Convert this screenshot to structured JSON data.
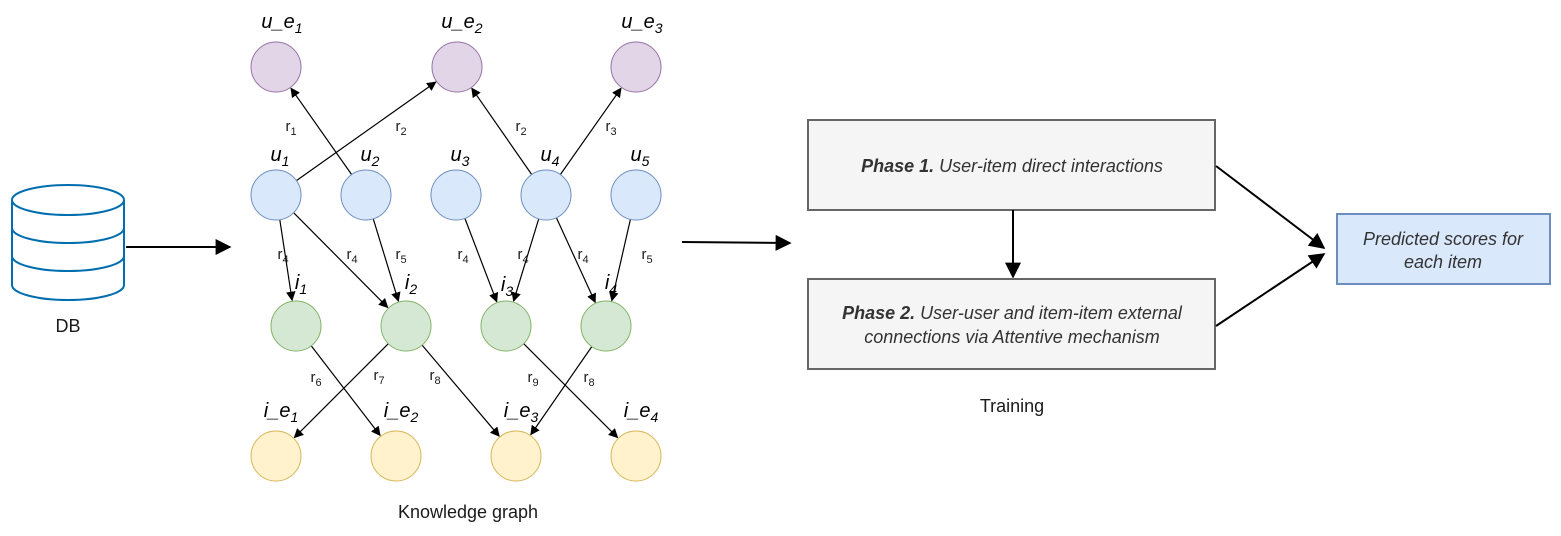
{
  "db": {
    "label": "DB"
  },
  "knowledge_graph": {
    "caption": "Knowledge graph",
    "user_entities": [
      {
        "id": "ue1",
        "base": "u_e",
        "sub": "1"
      },
      {
        "id": "ue2",
        "base": "u_e",
        "sub": "2"
      },
      {
        "id": "ue3",
        "base": "u_e",
        "sub": "3"
      }
    ],
    "users": [
      {
        "id": "u1",
        "base": "u",
        "sub": "1"
      },
      {
        "id": "u2",
        "base": "u",
        "sub": "2"
      },
      {
        "id": "u3",
        "base": "u",
        "sub": "3"
      },
      {
        "id": "u4",
        "base": "u",
        "sub": "4"
      },
      {
        "id": "u5",
        "base": "u",
        "sub": "5"
      }
    ],
    "items": [
      {
        "id": "i1",
        "base": "i",
        "sub": "1"
      },
      {
        "id": "i2",
        "base": "i",
        "sub": "2"
      },
      {
        "id": "i3",
        "base": "i",
        "sub": "3"
      },
      {
        "id": "i4",
        "base": "i",
        "sub": "4"
      }
    ],
    "item_entities": [
      {
        "id": "ie1",
        "base": "i_e",
        "sub": "1"
      },
      {
        "id": "ie2",
        "base": "i_e",
        "sub": "2"
      },
      {
        "id": "ie3",
        "base": "i_e",
        "sub": "3"
      },
      {
        "id": "ie4",
        "base": "i_e",
        "sub": "4"
      }
    ],
    "edges": [
      {
        "from": "u2",
        "to": "ue1",
        "rel": "r",
        "sub": "1"
      },
      {
        "from": "u1",
        "to": "ue2",
        "rel": "r",
        "sub": "2"
      },
      {
        "from": "u4",
        "to": "ue2",
        "rel": "r",
        "sub": "2"
      },
      {
        "from": "u4",
        "to": "ue3",
        "rel": "r",
        "sub": "3"
      },
      {
        "from": "u1",
        "to": "i1",
        "rel": "r",
        "sub": "4"
      },
      {
        "from": "u1",
        "to": "i2",
        "rel": "r",
        "sub": "4"
      },
      {
        "from": "u2",
        "to": "i2",
        "rel": "r",
        "sub": "5"
      },
      {
        "from": "u3",
        "to": "i3",
        "rel": "r",
        "sub": "4"
      },
      {
        "from": "u4",
        "to": "i3",
        "rel": "r",
        "sub": "4"
      },
      {
        "from": "u4",
        "to": "i4",
        "rel": "r",
        "sub": "4"
      },
      {
        "from": "u5",
        "to": "i4",
        "rel": "r",
        "sub": "5"
      },
      {
        "from": "i1",
        "to": "ie2",
        "rel": "r",
        "sub": "6"
      },
      {
        "from": "i2",
        "to": "ie1",
        "rel": "r",
        "sub": "7"
      },
      {
        "from": "i2",
        "to": "ie3",
        "rel": "r",
        "sub": "8"
      },
      {
        "from": "i3",
        "to": "ie4",
        "rel": "r",
        "sub": "9"
      },
      {
        "from": "i4",
        "to": "ie3",
        "rel": "r",
        "sub": "8"
      }
    ]
  },
  "training": {
    "caption": "Training",
    "phase1": {
      "bold": "Phase 1.",
      "text": " User-item direct interactions"
    },
    "phase2": {
      "bold": "Phase 2.",
      "line1": " User-user and item-item external",
      "line2": "connections via Attentive mechanism"
    }
  },
  "output": {
    "line1": "Predicted scores for",
    "line2": "each item"
  },
  "colors": {
    "user_entity_fill": "#e1d5e7",
    "user_entity_stroke": "#9673a6",
    "user_fill": "#dae8fc",
    "user_stroke": "#6c8ebf",
    "item_fill": "#d5e8d4",
    "item_stroke": "#82b366",
    "item_entity_fill": "#fff2cc",
    "item_entity_stroke": "#d6b656",
    "box_fill": "#f5f5f5",
    "box_stroke": "#666666",
    "db_stroke": "#006eaf",
    "output_fill": "#dae8fc",
    "output_stroke": "#6c8ebf"
  }
}
